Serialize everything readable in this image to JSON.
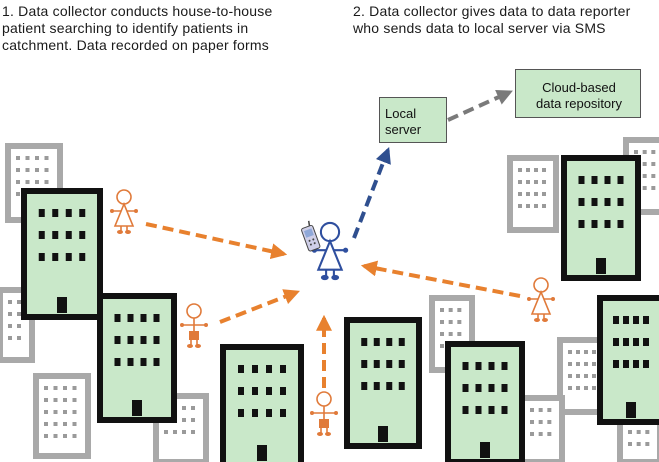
{
  "captions": {
    "step1": [
      "1. Data collector conducts house-to-house",
      "patient searching to identify patients in",
      "catchment. Data recorded on paper forms"
    ],
    "step2": [
      "2. Data collector gives data to data reporter",
      "who sends data to local server via SMS"
    ]
  },
  "nodes": {
    "local_server": [
      "Local",
      "server"
    ],
    "cloud_repository": [
      "Cloud-based",
      "data repository"
    ]
  },
  "colors": {
    "building_fill": "#c9e8c9",
    "building_border": "#111111",
    "background_building": "#a9a9a9",
    "arrow_collector": "#e8812e",
    "arrow_sms": "#2f4f8f",
    "arrow_cloud": "#7a7a7a",
    "reporter": "#2f4f9f",
    "collector": "#e07a3a"
  },
  "icons": [
    "building-icon",
    "person-icon",
    "mobile-phone-icon"
  ]
}
